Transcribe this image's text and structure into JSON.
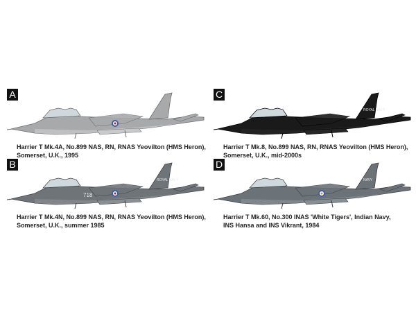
{
  "profiles": [
    {
      "letter": "A",
      "caption_lines": [
        "Harrier T Mk.4A, No.899 NAS, RN, RNAS Yeovilton (HMS Heron),",
        "Somerset, U.K., 1995"
      ],
      "fin_text": "",
      "nose_text": "",
      "colors": {
        "upper": "#a7a9ab",
        "lower": "#c9cacc",
        "fin": "#a7a9ab",
        "outline": "#6b6d70"
      }
    },
    {
      "letter": "B",
      "caption_lines": [
        "Harrier T Mk.4N, No.899 NAS, RN, RNAS Yeovilton (HMS Heron),",
        "Somerset, U.K., summer 1985"
      ],
      "fin_text": "ROYAL NAVY",
      "nose_text": "718",
      "colors": {
        "upper": "#6f7478",
        "lower": "#8a8f93",
        "fin": "#6f7478",
        "outline": "#3e4246"
      }
    },
    {
      "letter": "C",
      "caption_lines": [
        "Harrier T Mk.8, No.899 NAS, RN, RNAS Yeovilton (HMS Heron),",
        "Somerset, U.K., mid-2000s"
      ],
      "fin_text": "ROYAL NAVY",
      "nose_text": "",
      "colors": {
        "upper": "#1a1a1a",
        "lower": "#262626",
        "fin": "#1a1a1a",
        "outline": "#000000"
      }
    },
    {
      "letter": "D",
      "caption_lines": [
        "Harrier T Mk.60, No.300 INAS 'White Tigers', Indian Navy,",
        "INS Hansa and INS Vikrant, 1984"
      ],
      "fin_text": "NAVY",
      "nose_text": "",
      "colors": {
        "upper": "#6c7378",
        "lower": "#888f94",
        "fin": "#6c7378",
        "outline": "#3a3e42"
      }
    }
  ]
}
